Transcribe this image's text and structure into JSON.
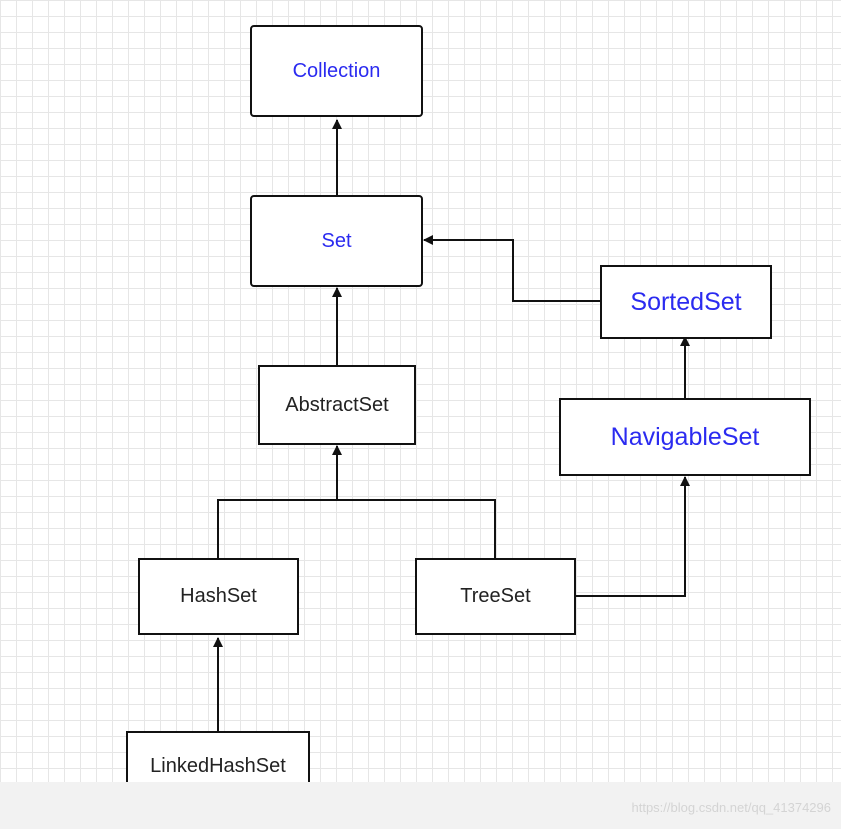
{
  "nodes": {
    "collection": "Collection",
    "set": "Set",
    "sorted_set": "SortedSet",
    "abstract_set": "AbstractSet",
    "navigable_set": "NavigableSet",
    "hash_set": "HashSet",
    "tree_set": "TreeSet",
    "linked_hash_set": "LinkedHashSet"
  },
  "edges": [
    {
      "from": "Set",
      "to": "Collection"
    },
    {
      "from": "SortedSet",
      "to": "Set"
    },
    {
      "from": "AbstractSet",
      "to": "Set"
    },
    {
      "from": "NavigableSet",
      "to": "SortedSet"
    },
    {
      "from": "HashSet",
      "to": "AbstractSet"
    },
    {
      "from": "TreeSet",
      "to": "AbstractSet"
    },
    {
      "from": "TreeSet",
      "to": "NavigableSet"
    },
    {
      "from": "LinkedHashSet",
      "to": "HashSet"
    }
  ],
  "watermark": "https://blog.csdn.net/qq_41374296",
  "colors": {
    "interface_text": "#2b2bf0",
    "class_text": "#222222",
    "line": "#111111"
  }
}
